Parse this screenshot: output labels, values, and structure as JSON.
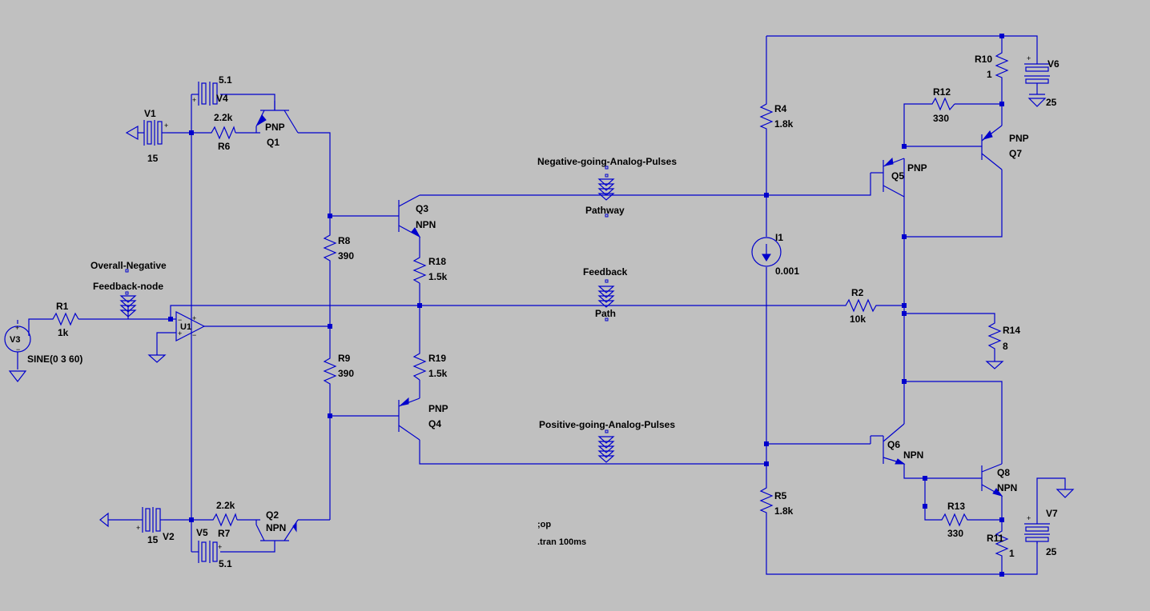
{
  "colors": {
    "background": "#c0c0c0",
    "wire": "#0000cc",
    "text": "#000000"
  },
  "components": {
    "V1": {
      "name": "V1",
      "value": "15"
    },
    "V2": {
      "name": "V2",
      "value": "15"
    },
    "V3": {
      "name": "V3",
      "value": "SINE(0 3 60)"
    },
    "V4": {
      "name": "V4",
      "value": "5.1"
    },
    "V5": {
      "name": "V5",
      "value": "5.1"
    },
    "V6": {
      "name": "V6",
      "value": "25"
    },
    "V7": {
      "name": "V7",
      "value": "25"
    },
    "R1": {
      "name": "R1",
      "value": "1k"
    },
    "R2": {
      "name": "R2",
      "value": "10k"
    },
    "R4": {
      "name": "R4",
      "value": "1.8k"
    },
    "R5": {
      "name": "R5",
      "value": "1.8k"
    },
    "R6": {
      "name": "R6",
      "value": "2.2k"
    },
    "R7": {
      "name": "R7",
      "value": "2.2k"
    },
    "R8": {
      "name": "R8",
      "value": "390"
    },
    "R9": {
      "name": "R9",
      "value": "390"
    },
    "R10": {
      "name": "R10",
      "value": "1"
    },
    "R11": {
      "name": "R11",
      "value": "1"
    },
    "R12": {
      "name": "R12",
      "value": "330"
    },
    "R13": {
      "name": "R13",
      "value": "330"
    },
    "R14": {
      "name": "R14",
      "value": "8"
    },
    "R18": {
      "name": "R18",
      "value": "1.5k"
    },
    "R19": {
      "name": "R19",
      "value": "1.5k"
    },
    "I1": {
      "name": "I1",
      "value": "0.001"
    },
    "Q1": {
      "name": "Q1",
      "type": "PNP"
    },
    "Q2": {
      "name": "Q2",
      "type": "NPN"
    },
    "Q3": {
      "name": "Q3",
      "type": "NPN"
    },
    "Q4": {
      "name": "Q4",
      "type": "PNP"
    },
    "Q5": {
      "name": "Q5",
      "type": "PNP"
    },
    "Q6": {
      "name": "Q6",
      "type": "NPN"
    },
    "Q7": {
      "name": "Q7",
      "type": "PNP"
    },
    "Q8": {
      "name": "Q8",
      "type": "NPN"
    },
    "U1": {
      "name": "U1"
    }
  },
  "labels": {
    "neg_pulses": "Negative-going-Analog-Pulses",
    "pathway": "Pathway",
    "feedback": "Feedback",
    "path": "Path",
    "pos_pulses": "Positive-going-Analog-Pulses",
    "overall_negative": "Overall-Negative",
    "feedback_node": "Feedback-node"
  },
  "directives": {
    "op": ";op",
    "tran": ".tran 100ms"
  },
  "pin_signs": {
    "plus": "+",
    "minus": "−"
  },
  "icons": {
    "ground": "ground-icon",
    "net_flag": "net-flag-icon"
  }
}
